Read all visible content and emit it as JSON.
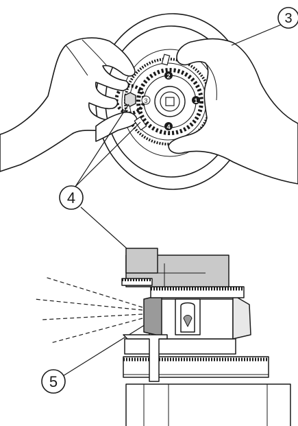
{
  "callouts": [
    {
      "id": "callout-3",
      "label": "3"
    },
    {
      "id": "callout-4",
      "label": "4"
    },
    {
      "id": "callout-5",
      "label": "5"
    }
  ],
  "gear_numbers": {
    "one": "1",
    "two": "2",
    "three": "3",
    "four": "4"
  },
  "colors": {
    "line": "#1a1a1a",
    "shade": "#c9c9c9",
    "shade_dark": "#9a9a9a",
    "background": "#ffffff"
  }
}
